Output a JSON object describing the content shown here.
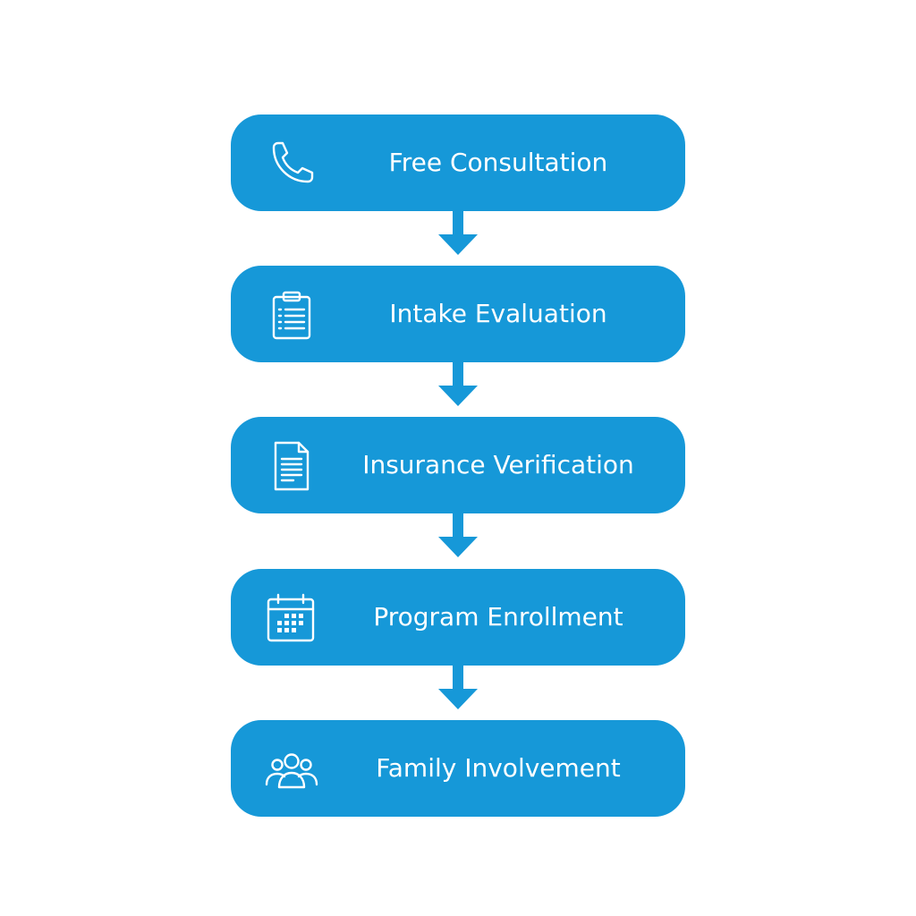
{
  "colors": {
    "step_fill": "#1698d8",
    "arrow_fill": "#1698d8",
    "text": "#ffffff",
    "background": "#ffffff"
  },
  "steps": [
    {
      "label": "Free Consultation",
      "icon": "phone-icon"
    },
    {
      "label": "Intake Evaluation",
      "icon": "clipboard-icon"
    },
    {
      "label": "Insurance Verification",
      "icon": "document-icon"
    },
    {
      "label": "Program Enrollment",
      "icon": "calendar-icon"
    },
    {
      "label": "Family Involvement",
      "icon": "group-icon"
    }
  ]
}
